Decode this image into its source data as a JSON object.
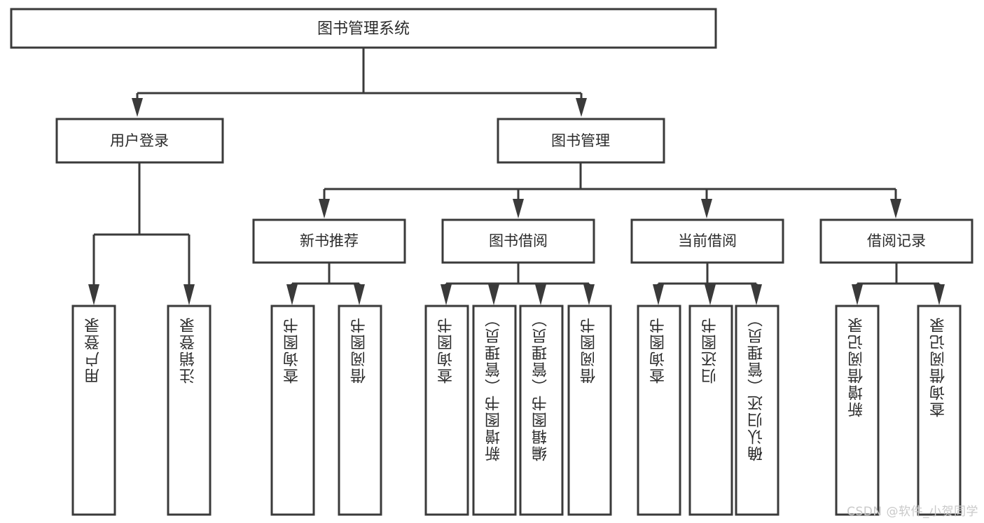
{
  "diagram": {
    "type": "tree-hierarchy",
    "title": "图书管理系统",
    "orientation": "top-down",
    "colors": {
      "stroke": "#3a3a3a",
      "box_fill": "#ffffff",
      "text": "#2b2b2b",
      "background": "#ffffff",
      "watermark": "#c9c9c9"
    },
    "root": {
      "label": "图书管理系统"
    },
    "level2": [
      {
        "label": "用户登录"
      },
      {
        "label": "图书管理"
      }
    ],
    "level3": [
      {
        "label": "新书推荐"
      },
      {
        "label": "图书借阅"
      },
      {
        "label": "当前借阅"
      },
      {
        "label": "借阅记录"
      }
    ],
    "leaves": {
      "user_login": [
        {
          "label": "用户登录"
        },
        {
          "label": "注销登录"
        }
      ],
      "new_book_recommend": [
        {
          "label": "查询图书"
        },
        {
          "label": "借阅图书"
        }
      ],
      "book_borrow": [
        {
          "label": "查询图书"
        },
        {
          "label": "新增图书（管理员）"
        },
        {
          "label": "编辑图书（管理员）"
        },
        {
          "label": "借阅图书"
        }
      ],
      "current_borrow": [
        {
          "label": "查询图书"
        },
        {
          "label": "归还图书"
        },
        {
          "label": "确认归还（管理员）"
        }
      ],
      "borrow_record": [
        {
          "label": "新增借阅记录"
        },
        {
          "label": "查询借阅记录"
        }
      ]
    }
  },
  "watermark": {
    "text": "CSDN @软件_小贺同学"
  }
}
